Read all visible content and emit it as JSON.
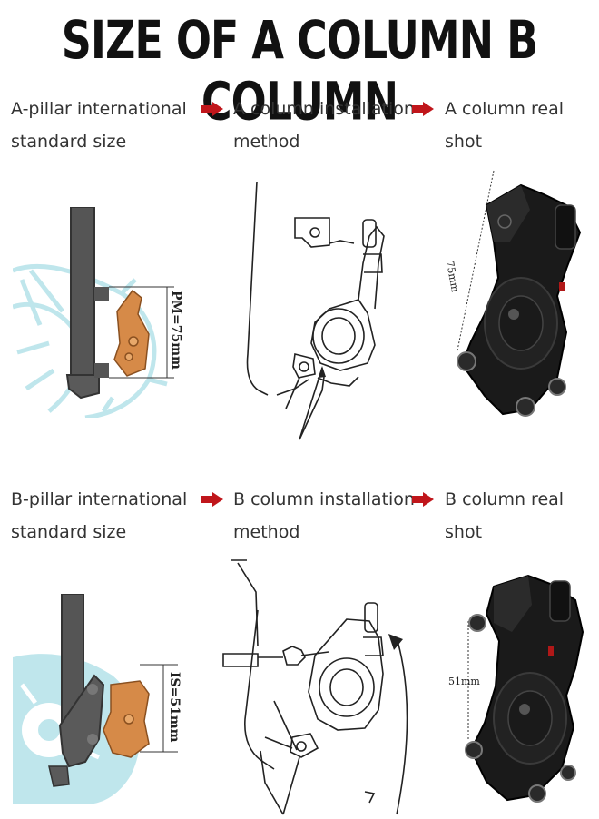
{
  "title": "SIZE OF A COLUMN B COLUMN",
  "row_a": {
    "caption_1": "A-pillar international\nstandard size",
    "caption_2": "A column installation\nmethod",
    "caption_3": "A column real shot",
    "dimension_label": "PM=75mm",
    "photo_dimension": "75mm"
  },
  "row_b": {
    "caption_1": "B-pillar international\nstandard size",
    "caption_2": "B column installation\nmethod",
    "caption_3": "B column real shot",
    "dimension_label": "IS=51mm",
    "photo_dimension": "51mm"
  },
  "colors": {
    "arrow": "#c0161b",
    "rotor_blue": "#bfe6ec",
    "caliper_copper": "#d68a48",
    "fork_grey": "#555555"
  }
}
